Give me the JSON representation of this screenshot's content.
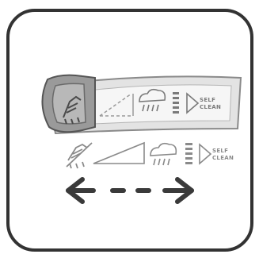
{
  "icon": {
    "frame_icon": "rounded-square-frame-icon",
    "topic": "dishwasher-program-selector-instruction"
  },
  "dial_strip": {
    "icons": [
      "drying-hand-icon",
      "intensity-ramp-icon",
      "rain-cloud-icon",
      "stacked-bars-icon",
      "play-triangle-icon"
    ],
    "self_clean_label_line1": "SELF",
    "self_clean_label_line2": "CLEAN"
  },
  "legend": {
    "icons": [
      "crossed-drying-hand-icon",
      "intensity-ramp-icon",
      "rain-cloud-icon",
      "stacked-bars-icon",
      "play-triangle-icon"
    ],
    "self_clean_label_line1": "SELF",
    "self_clean_label_line2": "CLEAN"
  },
  "direction_arrow": {
    "icon": "double-headed-dashed-arrow-icon"
  },
  "colors": {
    "frame_stroke": "#333333",
    "strip_fill": "#e3e3e3",
    "strip_stroke": "#8a8a8a",
    "knob_fill": "#9a9a9a",
    "knob_dark": "#6a6a6a",
    "line_art": "#8a8a8a",
    "arrow": "#3a3a3a"
  }
}
